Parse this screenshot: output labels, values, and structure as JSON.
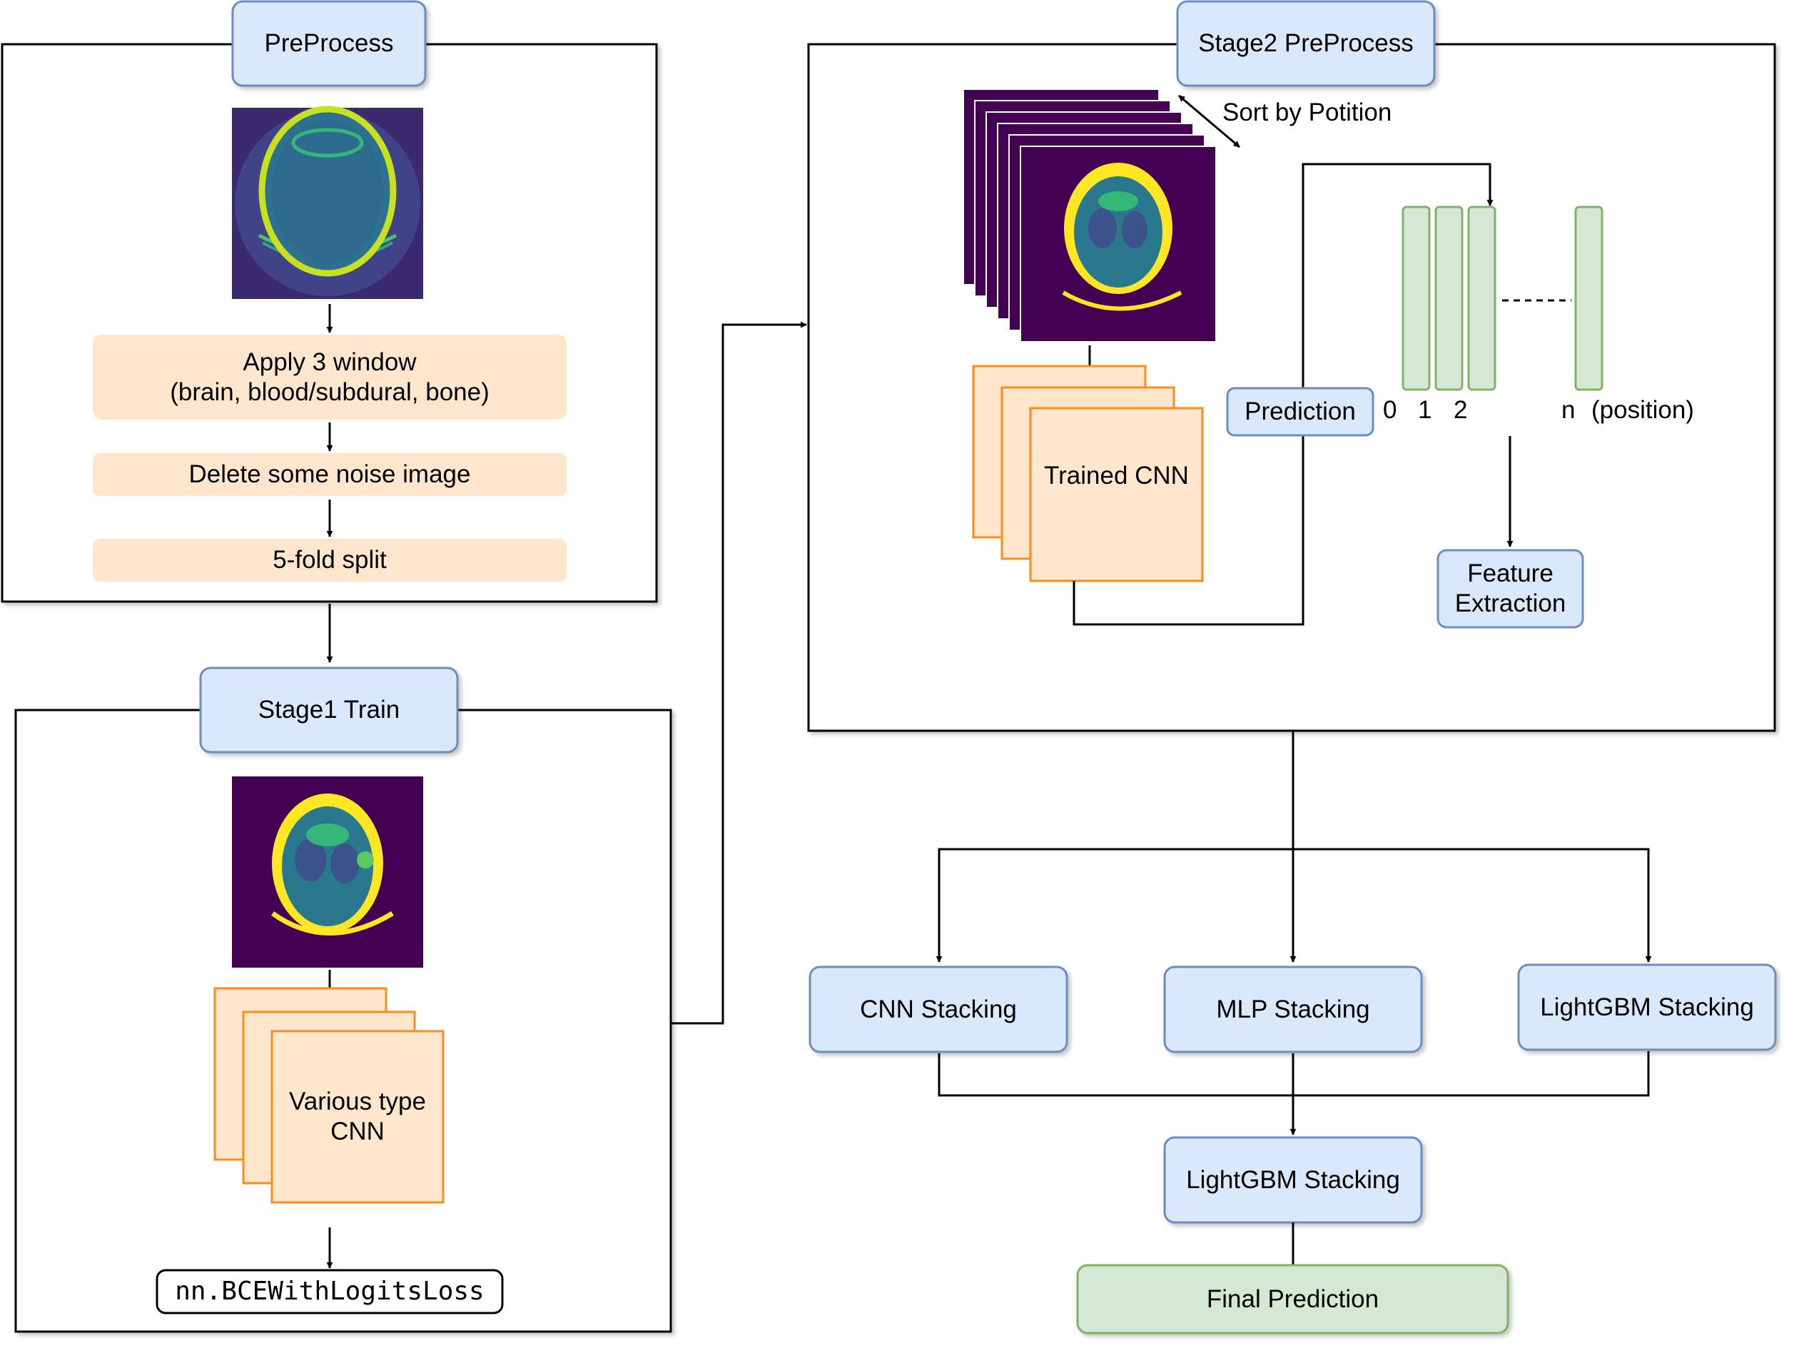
{
  "preprocess": {
    "title": "PreProcess",
    "steps": [
      {
        "line1": "Apply 3 window",
        "line2": "(brain, blood/subdural, bone)"
      },
      {
        "label": "Delete some noise image"
      },
      {
        "label": "5-fold split"
      }
    ],
    "image_icon": "ct-scan-slice-image"
  },
  "stage1": {
    "title": "Stage1 Train",
    "model": {
      "line1": "Various type",
      "line2": "CNN"
    },
    "loss": "nn.BCEWithLogitsLoss",
    "image_icon": "ct-scan-slice-image"
  },
  "stage2": {
    "title": "Stage2 PreProcess",
    "sort_label": "Sort by Potition",
    "model": "Trained CNN",
    "prediction": "Prediction",
    "positions": {
      "p0": "0",
      "p1": "1",
      "p2": "2",
      "pn": "n",
      "suffix": "(position)"
    },
    "feature": {
      "line1": "Feature",
      "line2": "Extraction"
    },
    "image_icon": "stacked-ct-scan-slices"
  },
  "stacking": {
    "cnn": "CNN Stacking",
    "mlp": "MLP Stacking",
    "lgbm": "LightGBM Stacking",
    "final_lgbm": "LightGBM Stacking",
    "final": "Final Prediction"
  },
  "colors": {
    "blue_fill": "#dae8fc",
    "blue_stroke": "#6c8ebf",
    "orange_fill": "#ffe6cc",
    "orange_stroke": "#ff8c1a",
    "green_fill": "#d5e8d4",
    "green_stroke": "#82b366",
    "ct_background": "#440154",
    "ct_bone": "#fde725",
    "ct_tissue": "#2a788e"
  }
}
